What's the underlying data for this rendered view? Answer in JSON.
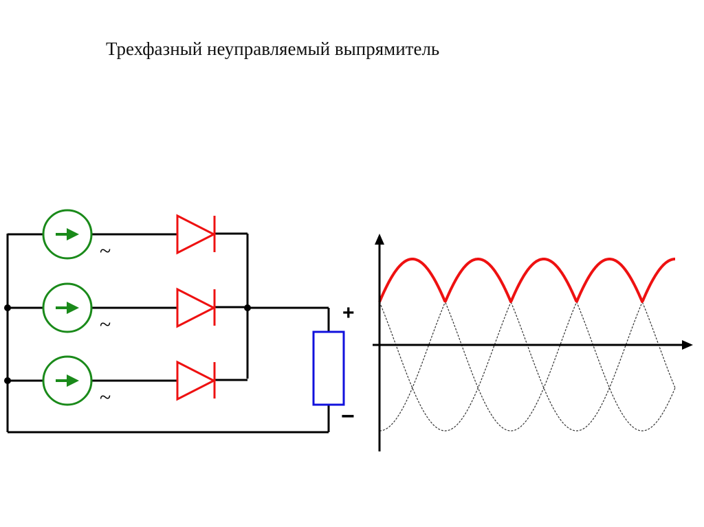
{
  "slide": {
    "title": "Трехфазный неуправляемый выпрямитель"
  },
  "circuit": {
    "sources": [
      {
        "symbol": "~",
        "icon": "ac-voltage-source-icon"
      },
      {
        "symbol": "~",
        "icon": "ac-voltage-source-icon"
      },
      {
        "symbol": "~",
        "icon": "ac-voltage-source-icon"
      }
    ],
    "diodes": [
      {
        "icon": "diode-icon"
      },
      {
        "icon": "diode-icon"
      },
      {
        "icon": "diode-icon"
      }
    ],
    "load": {
      "icon": "resistor-icon"
    },
    "plus_label": "+",
    "minus_label": "−",
    "colors": {
      "wire": "#000000",
      "source": "#1a8a1a",
      "diode": "#ee1111",
      "resistor": "#1111dd"
    }
  },
  "waveform": {
    "phases": 3,
    "phase_shift_deg": 120,
    "periods_shown": 1.5,
    "output_color": "#ee1111",
    "phase_color": "#333333",
    "x_axis_icon": "arrow-right-icon",
    "y_axis_icon": "arrow-up-icon"
  }
}
